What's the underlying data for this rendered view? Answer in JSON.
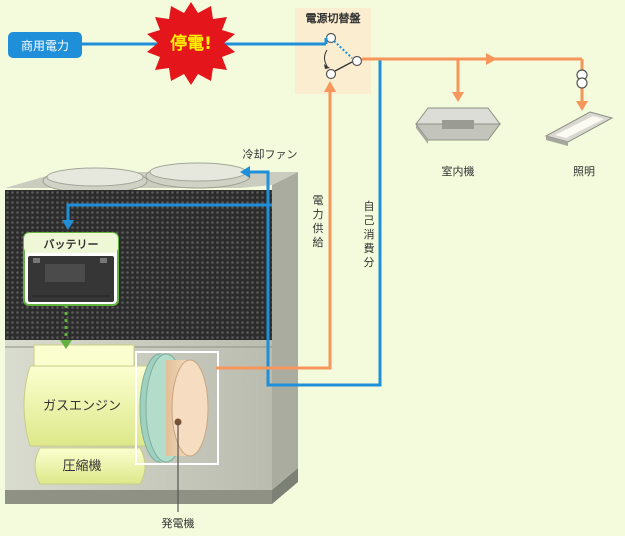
{
  "sources": {
    "utility_power": "商用電力",
    "outage_burst": "停電!"
  },
  "switchboard": {
    "title": "電源切替盤"
  },
  "loads": {
    "indoor_unit": "室内機",
    "lighting": "照明"
  },
  "flows": {
    "power_supply": [
      "電",
      "力",
      "供",
      "給"
    ],
    "self_consumption": [
      "自",
      "己",
      "消",
      "費",
      "分"
    ],
    "cooling_fan": "冷却ファン"
  },
  "components": {
    "battery": "バッテリー",
    "gas_engine": "ガスエンジン",
    "compressor": "圧縮機",
    "generator": "発電機"
  },
  "colors": {
    "background": "#f3fbdc",
    "blue_line": "#1e8fd8",
    "orange_line": "#f7965a",
    "burst_red": "#e4161b",
    "burst_yellow": "#fff200",
    "switchboard_fill": "#fbeed0",
    "battery_border": "#63b13e"
  }
}
